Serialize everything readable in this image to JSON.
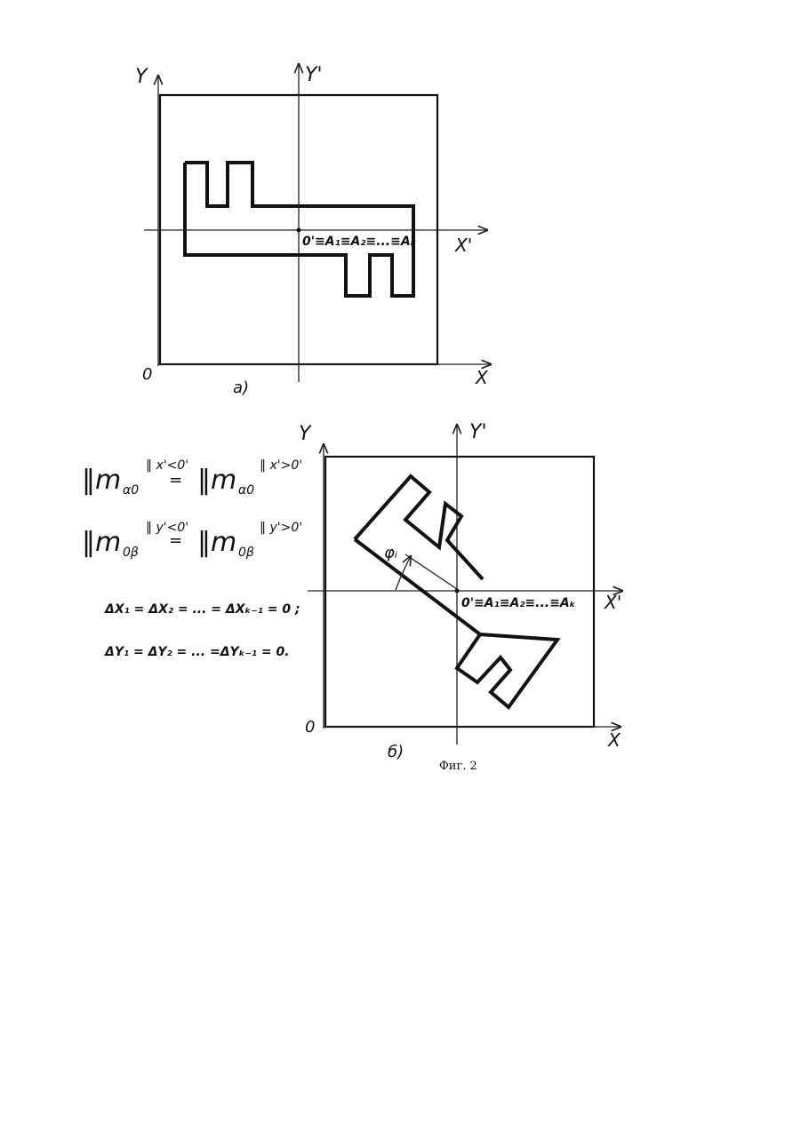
{
  "panel_a": {
    "axis_y": "Y",
    "axis_y_prime": "Y'",
    "axis_x": "X",
    "axis_x_prime": "X'",
    "origin": "0",
    "point_label": "0'≡A₁≡A₂≡...≡Aₖ",
    "sublabel": "a)"
  },
  "panel_b": {
    "axis_y": "Y",
    "axis_y_prime": "Y'",
    "axis_x": "X",
    "axis_x_prime": "X'",
    "origin": "0",
    "point_label": "0'≡A₁≡A₂≡...≡Aₖ",
    "angle_label": "φᵢ",
    "sublabel": "б)"
  },
  "formulas": {
    "f1_left": "‖m",
    "f1_left_sub": "α0",
    "f1_left_sup": "‖ x'<0'",
    "f1_eq": "=",
    "f1_right": "‖m",
    "f1_right_sub": "α0",
    "f1_right_sup": "‖ x'>0'",
    "f2_left": "‖m",
    "f2_left_sub": "0β",
    "f2_left_sup": "‖ y'<0'",
    "f2_eq": "=",
    "f2_right": "‖m",
    "f2_right_sub": "0β",
    "f2_right_sup": "‖ y'>0'",
    "f3": "ΔX₁ = ΔX₂ = ... = ΔXₖ₋₁ = 0 ;",
    "f4": "ΔY₁ = ΔY₂ = ... =ΔYₖ₋₁ = 0."
  },
  "caption": "Фиг. 2"
}
